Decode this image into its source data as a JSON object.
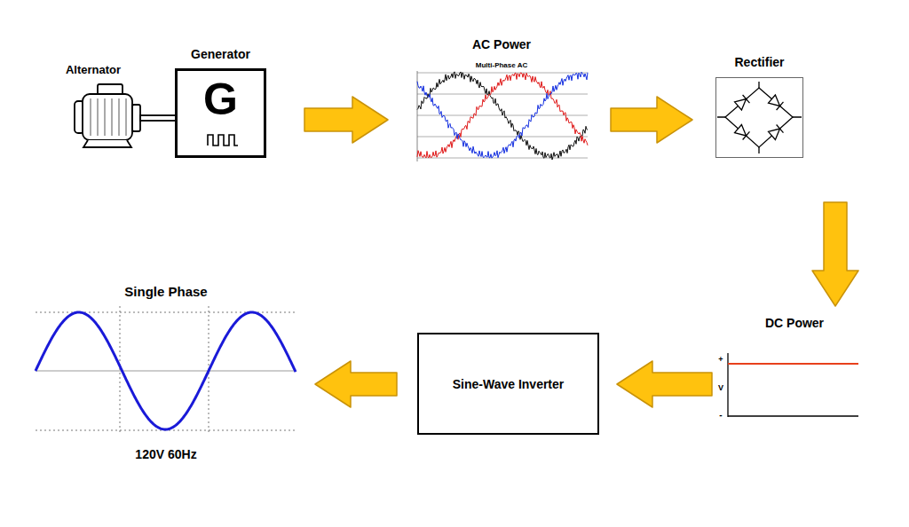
{
  "diagram": {
    "nodes": [
      {
        "text": [
          "Generator",
          "G"
        ]
      },
      {
        "text": [
          "AC Power",
          "Multi-Phase AC"
        ]
      },
      {
        "text": [
          "Rectifier"
        ]
      },
      {
        "text": [
          "DC Power"
        ]
      },
      {
        "text": [
          "Sine-Wave Inverter"
        ]
      },
      {
        "text": [
          "Single Phase",
          "120V 60Hz"
        ]
      }
    ],
    "edges": [
      {
        "from": 0,
        "to": 1,
        "arrow": "to"
      },
      {
        "from": 1,
        "to": 2,
        "arrow": "to"
      },
      {
        "from": 2,
        "to": 3,
        "arrow": "to"
      },
      {
        "from": 3,
        "to": 4,
        "arrow": "to"
      },
      {
        "from": 4,
        "to": 5,
        "arrow": "to"
      }
    ],
    "labels": [
      "Alternator",
      "+",
      "V",
      "-"
    ]
  }
}
